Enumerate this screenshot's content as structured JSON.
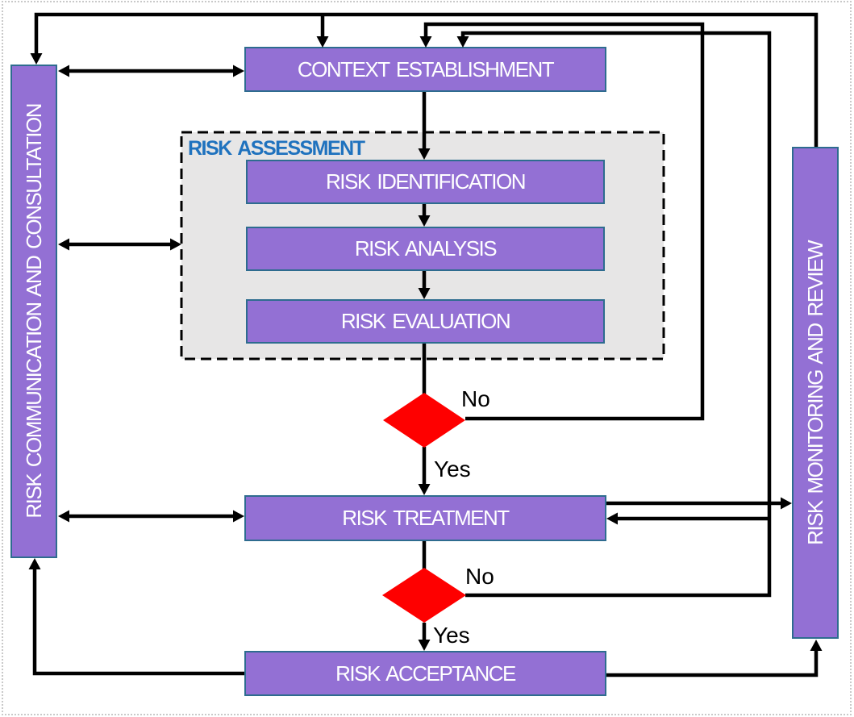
{
  "colors": {
    "background": "#FFFFFF",
    "frame": "#C9C9C9",
    "box-fill": "#9370D4",
    "box-border": "#2E6C8F",
    "box-text": "#FFFFFF",
    "assessment-fill": "#E7E6E6",
    "assessment-border": "#000000",
    "assessment-label": "#1F72BE",
    "diamond-fill": "#FE0000",
    "line": "#000000",
    "decision-text": "#000000"
  },
  "nodes": {
    "context": "CONTEXT ESTABLISHMENT",
    "identification": "RISK IDENTIFICATION",
    "analysis": "RISK ANALYSIS",
    "evaluation": "RISK EVALUATION",
    "treatment": "RISK TREATMENT",
    "acceptance": "RISK ACCEPTANCE",
    "communication": "RISK COMMUNICATION AND CONSULTATION",
    "monitoring": "RISK MONITORING AND REVIEW"
  },
  "groups": {
    "assessment": "RISK ASSESSMENT"
  },
  "decisions": {
    "decision1": {
      "no": "No",
      "yes": "Yes"
    },
    "decision2": {
      "no": "No",
      "yes": "Yes"
    }
  }
}
